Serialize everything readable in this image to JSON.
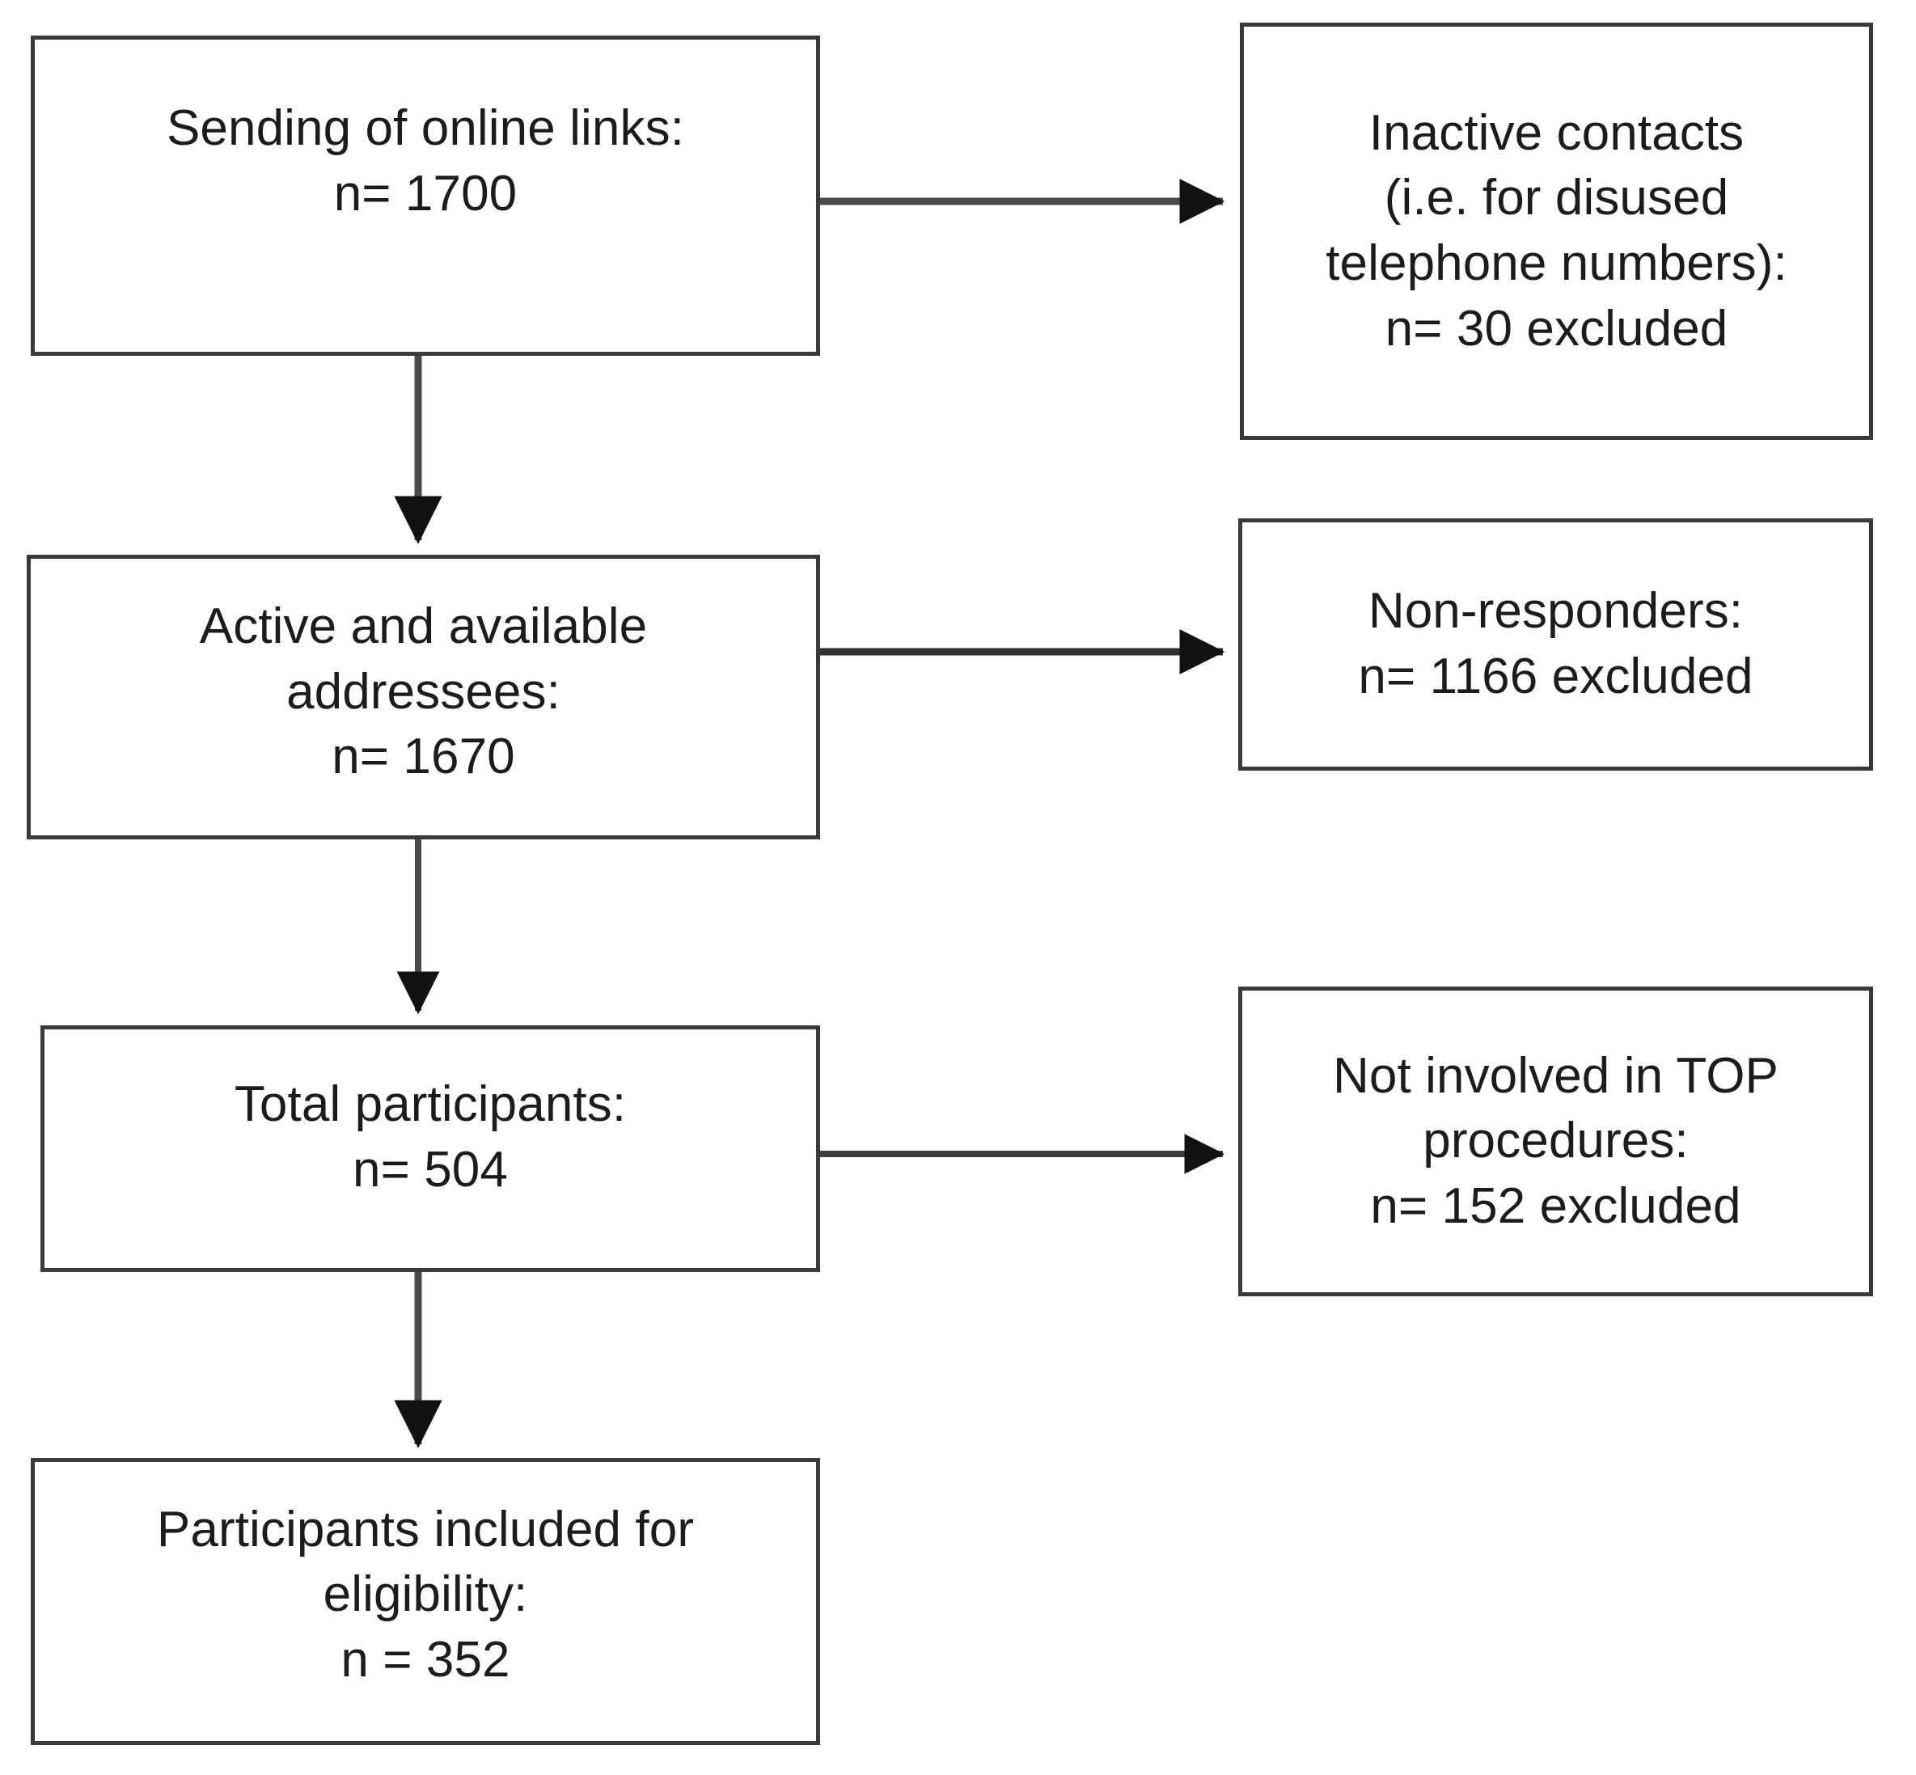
{
  "diagram": {
    "type": "flowchart",
    "title": "",
    "orientation": "top-to-bottom with side exclusions",
    "nodes": [
      {
        "id": "sending-links",
        "lines": [
          "Sending of online links:",
          "n= 1700"
        ],
        "label": "Sending of online links",
        "n": "1700"
      },
      {
        "id": "inactive-contacts",
        "lines": [
          "Inactive contacts",
          "(i.e. for disused",
          "telephone numbers):",
          "n= 30 excluded"
        ],
        "label": "Inactive contacts (i.e. for disused telephone numbers)",
        "n": "30 excluded"
      },
      {
        "id": "active-addressees",
        "lines": [
          "Active and available",
          "addressees:",
          "n= 1670"
        ],
        "label": "Active and available addressees",
        "n": "1670"
      },
      {
        "id": "non-responders",
        "lines": [
          "Non-responders:",
          "n= 1166 excluded"
        ],
        "label": "Non-responders",
        "n": "1166 excluded"
      },
      {
        "id": "total-participants",
        "lines": [
          "Total participants:",
          "n= 504"
        ],
        "label": "Total participants",
        "n": "504"
      },
      {
        "id": "not-involved-top",
        "lines": [
          "Not involved in TOP",
          "procedures:",
          "n= 152 excluded"
        ],
        "label": "Not involved in TOP procedures",
        "n": "152 excluded"
      },
      {
        "id": "included-eligible",
        "lines": [
          "Participants included for",
          "eligibility:",
          "n = 352"
        ],
        "label": "Participants included for eligibility",
        "n": "352"
      }
    ],
    "edges": [
      {
        "from": "sending-links",
        "to": "inactive-contacts",
        "direction": "right"
      },
      {
        "from": "sending-links",
        "to": "active-addressees",
        "direction": "down"
      },
      {
        "from": "active-addressees",
        "to": "non-responders",
        "direction": "right"
      },
      {
        "from": "active-addressees",
        "to": "total-participants",
        "direction": "down"
      },
      {
        "from": "total-participants",
        "to": "not-involved-top",
        "direction": "right"
      },
      {
        "from": "total-participants",
        "to": "included-eligible",
        "direction": "down"
      }
    ],
    "colors": {
      "background": "#ffffff",
      "box_border": "#3a3a3a",
      "text": "#1c1c1c",
      "connector": "#4a4a4a",
      "arrowhead": "#111111"
    }
  }
}
